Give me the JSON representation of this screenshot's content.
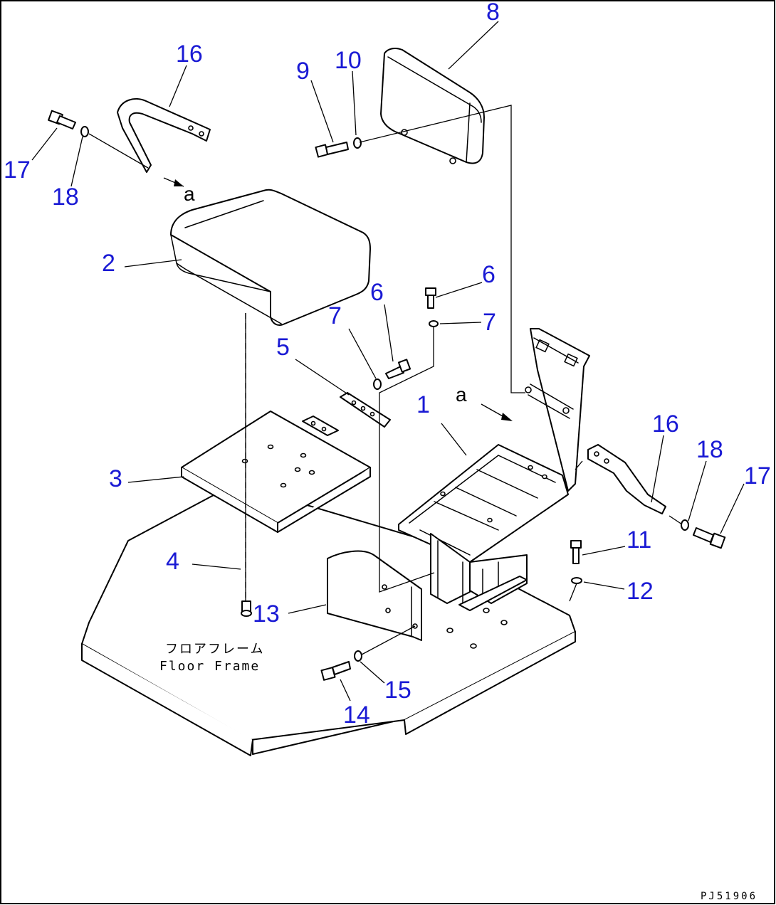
{
  "callouts": {
    "c1": "1",
    "c2": "2",
    "c3": "3",
    "c4": "4",
    "c5": "5",
    "c6a": "6",
    "c6b": "6",
    "c7a": "7",
    "c7b": "7",
    "c8": "8",
    "c9": "9",
    "c10": "10",
    "c11": "11",
    "c12": "12",
    "c13": "13",
    "c14": "14",
    "c15": "15",
    "c16a": "16",
    "c16b": "16",
    "c17a": "17",
    "c17b": "17",
    "c18a": "18",
    "c18b": "18"
  },
  "marker_a": "a",
  "floor_label_jp": "フロアフレーム",
  "floor_label_en": "Floor Frame",
  "drawing_code": "PJ51906",
  "colors": {
    "callout": "#1a1ad4",
    "line": "#000000"
  }
}
